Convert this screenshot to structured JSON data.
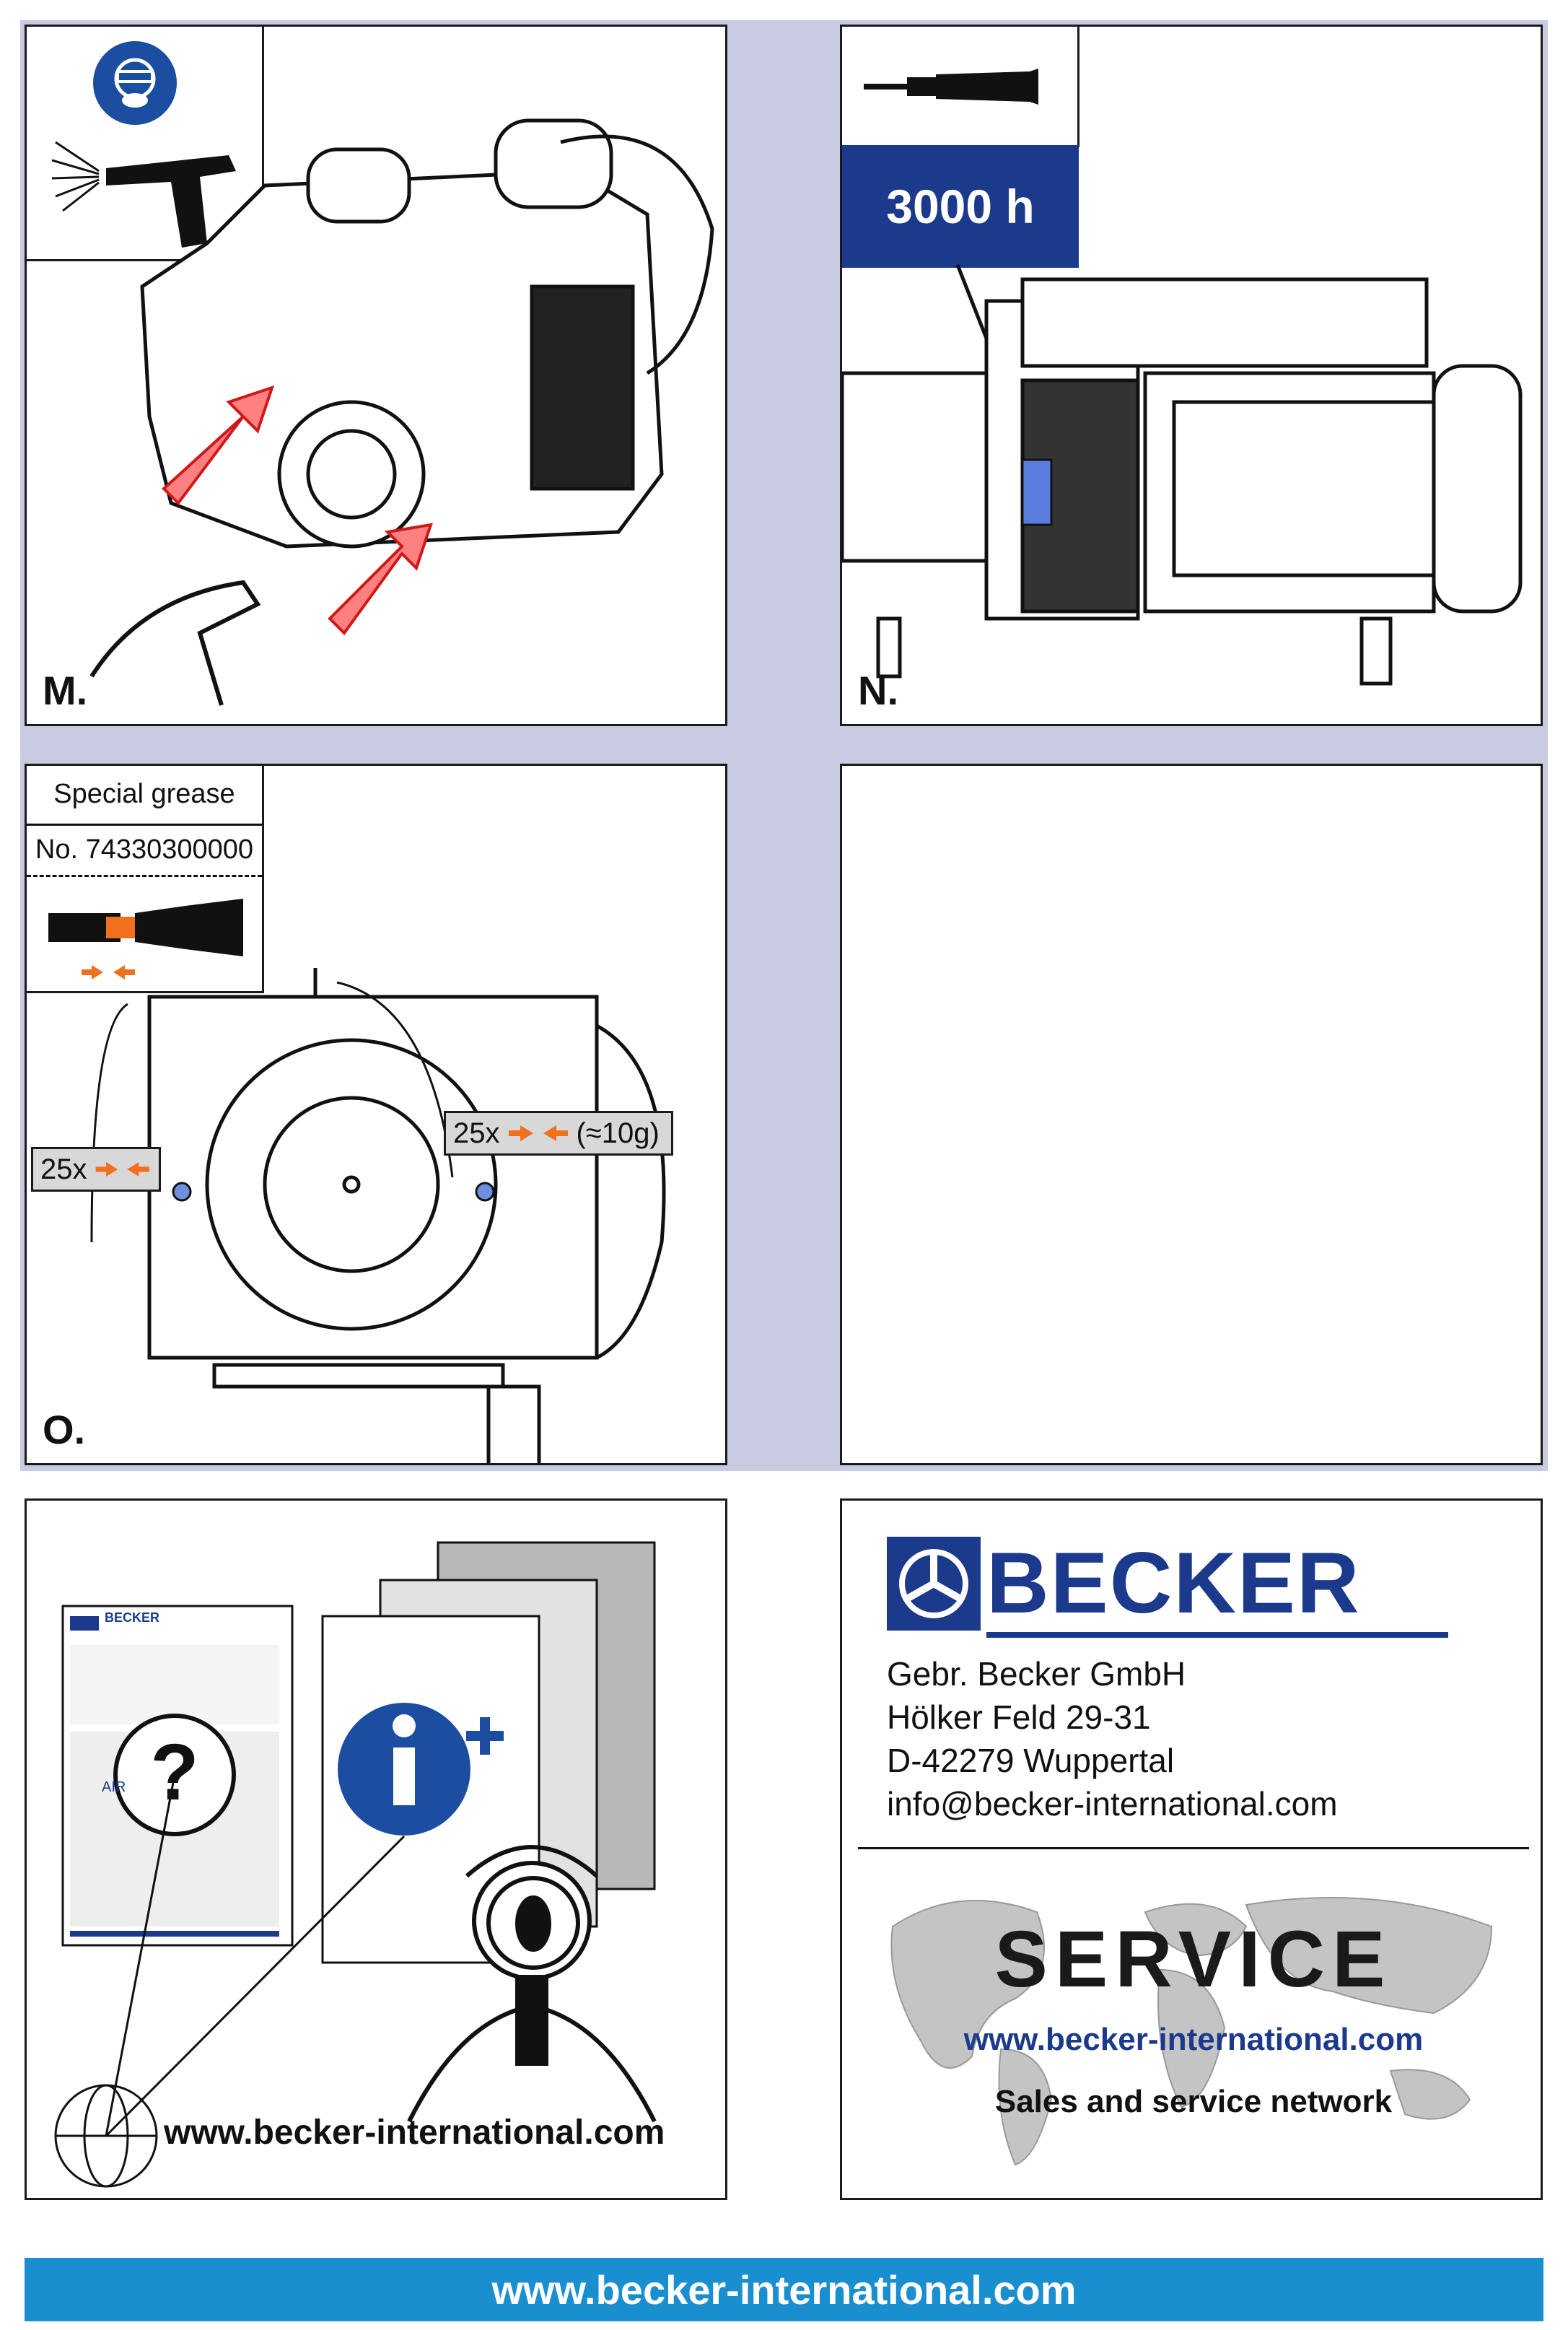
{
  "panels": {
    "M": {
      "label": "M."
    },
    "N": {
      "label": "N.",
      "interval": "3000 h"
    },
    "O": {
      "label": "O.",
      "grease_title": "Special grease",
      "grease_number": "No. 74330300000",
      "callout_left": "25x",
      "callout_right": "25x",
      "callout_right_amount": "(≈10g)"
    }
  },
  "info_panel": {
    "url": "www.becker-international.com",
    "doc_brand": "BECKER",
    "doc_air": "AIR"
  },
  "contact": {
    "brand": "BECKER",
    "company": "Gebr. Becker GmbH",
    "street": "Hölker Feld 29-31",
    "city": "D-42279 Wuppertal",
    "email": "info@becker-international.com",
    "service_title": "SERVICE",
    "service_url": "www.becker-international.com",
    "service_network": "Sales and service network"
  },
  "footer": {
    "url": "www.becker-international.com"
  },
  "colors": {
    "brand_blue": "#1b3a8c",
    "footer_blue": "#1a8fd0",
    "arrow_red": "#d01818",
    "grease_orange": "#f07020"
  }
}
